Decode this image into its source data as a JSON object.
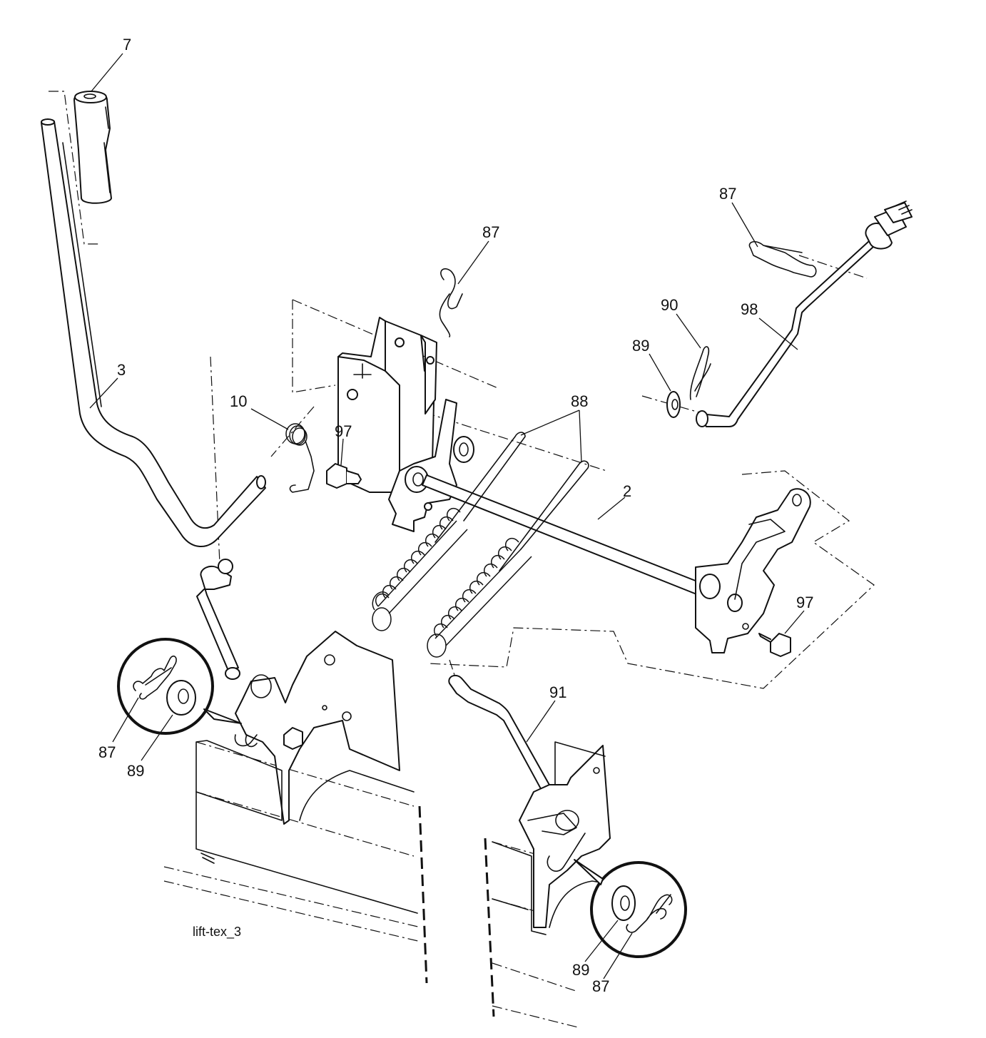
{
  "drawing_id": "lift-tex_3",
  "callouts": {
    "c7": "7",
    "c3": "3",
    "c10": "10",
    "c97a": "97",
    "c87top": "87",
    "c88": "88",
    "c2": "2",
    "c87right": "87",
    "c90": "90",
    "c98": "98",
    "c89right": "89",
    "c97b": "97",
    "c91": "91",
    "c87left": "87",
    "c89left": "89",
    "c89bottom": "89",
    "c87bottom": "87"
  }
}
